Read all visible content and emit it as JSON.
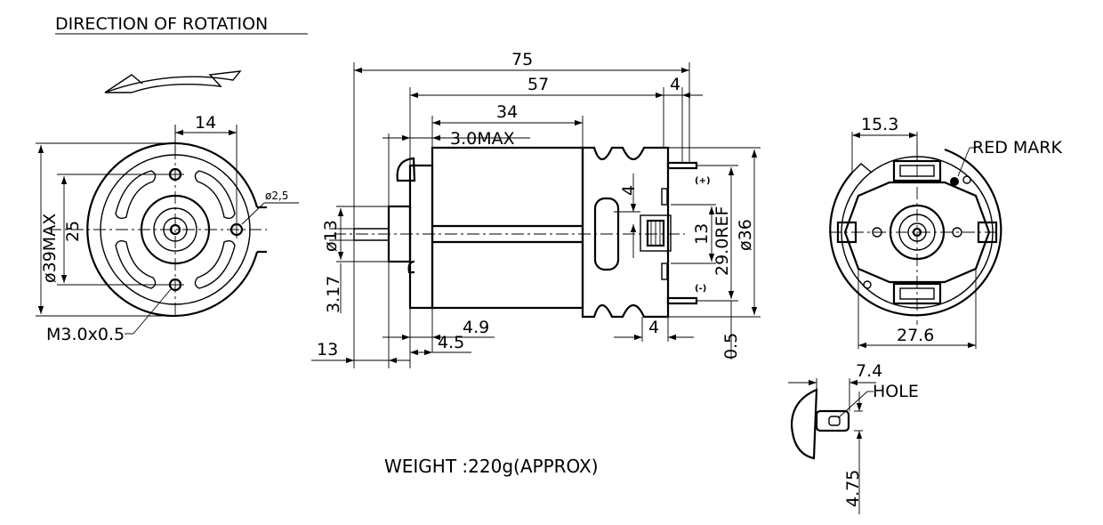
{
  "labels": {
    "direction": "DIRECTION OF ROTATION",
    "red_mark": "RED MARK",
    "hole": "HOLE",
    "weight": "WEIGHT :220g(APPROX)",
    "thread": "M3.0x0.5",
    "plus": "(+)",
    "minus": "(-)"
  },
  "dims": {
    "front_14": "14",
    "front_d39": "ø39MAX",
    "front_25": "25",
    "front_d25": "ø2,5",
    "side_75": "75",
    "side_57": "57",
    "side_34": "34",
    "side_4a": "4",
    "side_3max": "3.0MAX",
    "side_4b": "4",
    "side_13v": "13",
    "side_29": "29.0REF",
    "side_d36": "ø36",
    "side_d13": "ø13",
    "side_317": "3.17",
    "side_49": "4.9",
    "side_45": "4.5",
    "side_13h": "13",
    "side_4c": "4",
    "side_05": "0.5",
    "rear_153": "15.3",
    "rear_276": "27.6",
    "term_74": "7.4",
    "term_475": "4.75"
  }
}
